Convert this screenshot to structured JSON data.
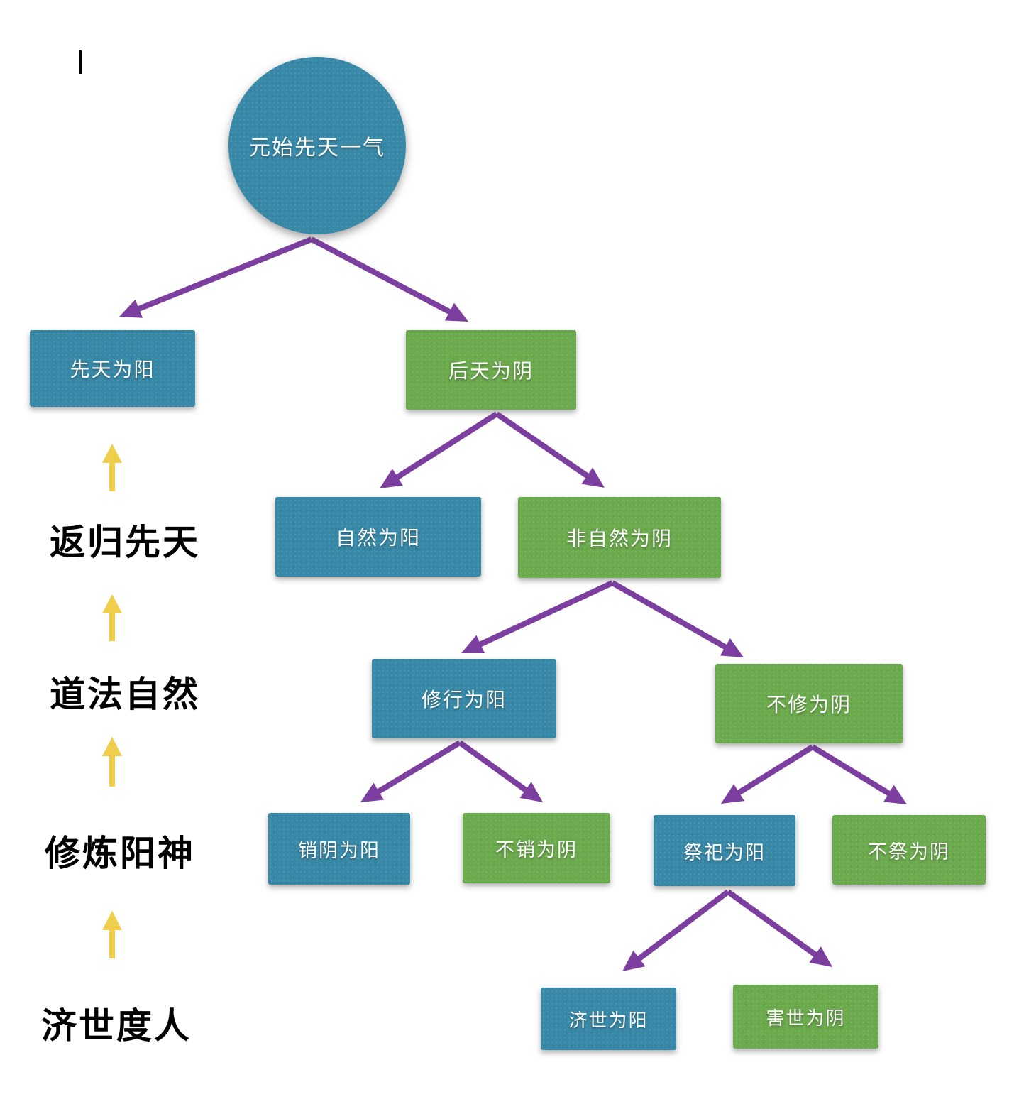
{
  "diagram": {
    "root": {
      "label": "元始先天一气",
      "type": "yang"
    },
    "nodes": [
      {
        "label": "先天为阳",
        "type": "yang"
      },
      {
        "label": "后天为阴",
        "type": "yin"
      },
      {
        "label": "自然为阳",
        "type": "yang"
      },
      {
        "label": "非自然为阴",
        "type": "yin"
      },
      {
        "label": "修行为阳",
        "type": "yang"
      },
      {
        "label": "不修为阴",
        "type": "yin"
      },
      {
        "label": "销阴为阳",
        "type": "yang"
      },
      {
        "label": "不销为阴",
        "type": "yin"
      },
      {
        "label": "祭祀为阳",
        "type": "yang"
      },
      {
        "label": "不祭为阴",
        "type": "yin"
      },
      {
        "label": "济世为阳",
        "type": "yang"
      },
      {
        "label": "害世为阴",
        "type": "yin"
      }
    ],
    "edges": [
      {
        "from": "元始先天一气",
        "to": "先天为阳"
      },
      {
        "from": "元始先天一气",
        "to": "后天为阴"
      },
      {
        "from": "后天为阴",
        "to": "自然为阳"
      },
      {
        "from": "后天为阴",
        "to": "非自然为阴"
      },
      {
        "from": "非自然为阴",
        "to": "修行为阳"
      },
      {
        "from": "非自然为阴",
        "to": "不修为阴"
      },
      {
        "from": "修行为阳",
        "to": "销阴为阳"
      },
      {
        "from": "修行为阳",
        "to": "不销为阴"
      },
      {
        "from": "不修为阴",
        "to": "祭祀为阳"
      },
      {
        "from": "不修为阴",
        "to": "不祭为阴"
      },
      {
        "from": "祭祀为阳",
        "to": "济世为阳"
      },
      {
        "from": "祭祀为阳",
        "to": "害世为阴"
      }
    ],
    "side_labels": [
      {
        "label": "返归先天"
      },
      {
        "label": "道法自然"
      },
      {
        "label": "修炼阳神"
      },
      {
        "label": "济世度人"
      }
    ],
    "side_flow_direction": "up",
    "colors": {
      "yang_fill": "#3889A8",
      "yin_fill": "#6CAB4D",
      "connector": "#7C3FA0",
      "side_arrow": "#EFCE4B",
      "node_text": "#FFFFFF",
      "side_label_text": "#000000"
    }
  }
}
